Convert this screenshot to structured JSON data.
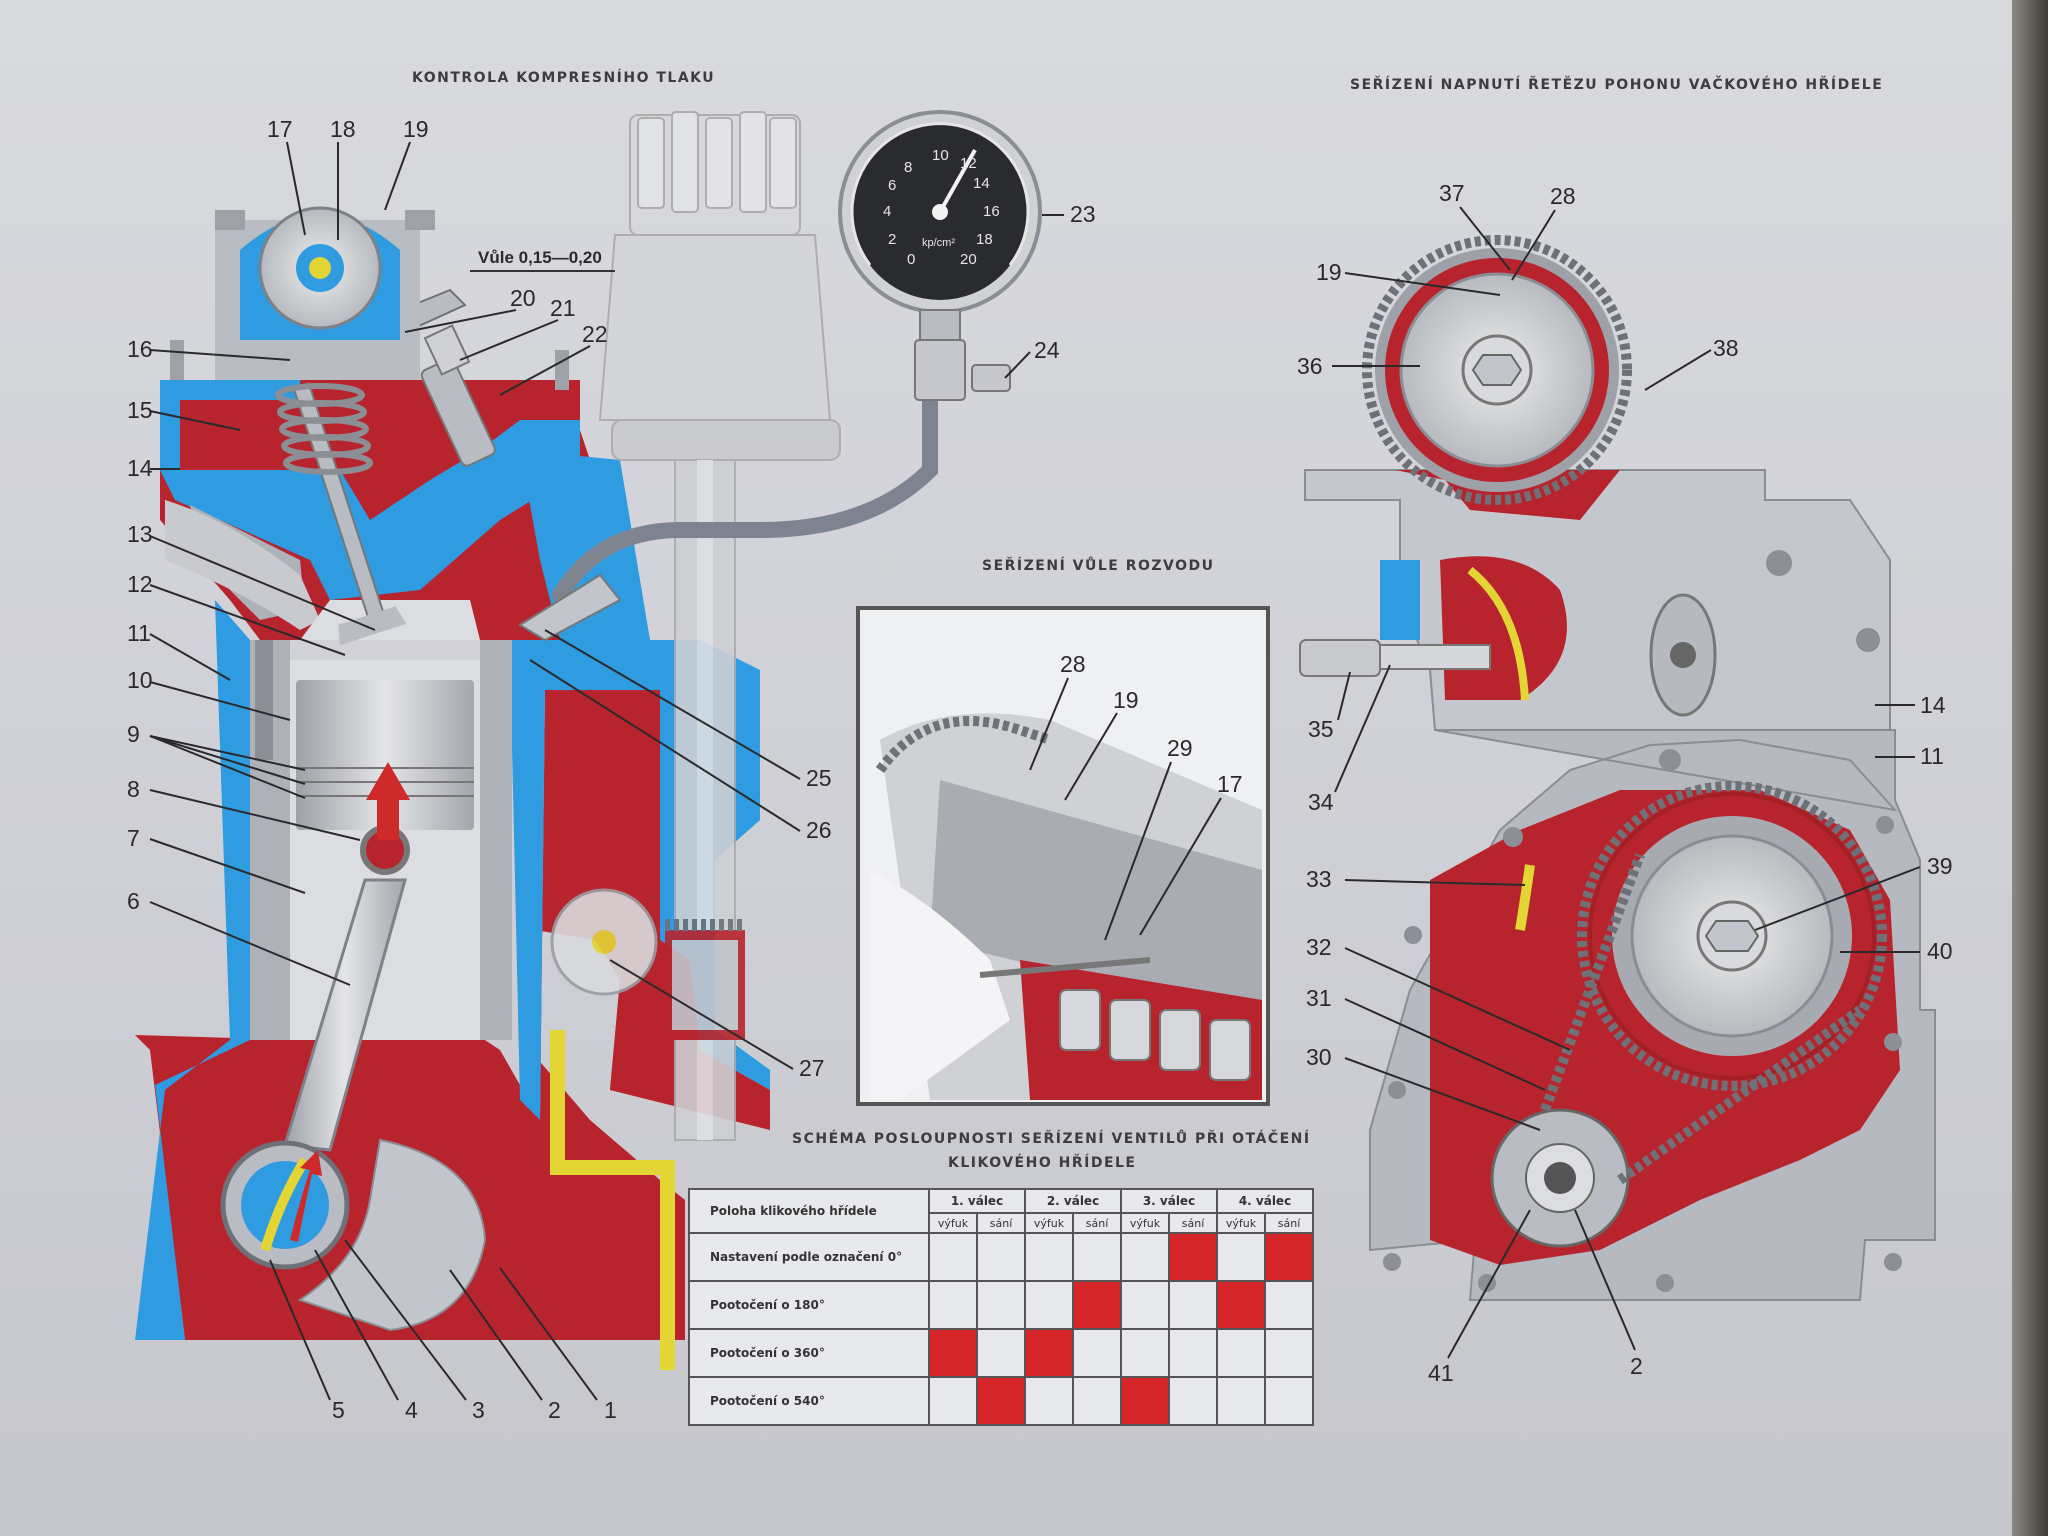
{
  "titles": {
    "compression": "KONTROLA KOMPRESNÍHO TLAKU",
    "chain": "SEŘÍZENÍ NAPNUTÍ ŘETĚZU POHONU VAČKOVÉHO HŘÍDELE",
    "valve_clearance": "SEŘÍZENÍ VŮLE ROZVODU",
    "schema_line1": "SCHÉMA POSLOUPNOSTI SEŘÍZENÍ VENTILŮ PŘI OTÁČENÍ",
    "schema_line2": "KLIKOVÉHO HŘÍDELE"
  },
  "clearance_label": "Vůle 0,15—0,20",
  "gauge": {
    "numbers": [
      "0",
      "2",
      "4",
      "6",
      "8",
      "10",
      "12",
      "14",
      "16",
      "18",
      "20"
    ],
    "unit": "kp/cm²"
  },
  "callouts": {
    "left": [
      "1",
      "2",
      "3",
      "4",
      "5",
      "6",
      "7",
      "8",
      "9",
      "10",
      "11",
      "12",
      "13",
      "14",
      "15",
      "16",
      "17",
      "18",
      "19",
      "20",
      "21",
      "22",
      "23",
      "24",
      "25",
      "26",
      "27"
    ],
    "inset": [
      "28",
      "19",
      "29",
      "17"
    ],
    "right": [
      "37",
      "28",
      "19",
      "36",
      "38",
      "35",
      "34",
      "14",
      "11",
      "33",
      "39",
      "40",
      "32",
      "31",
      "30",
      "41",
      "2"
    ]
  },
  "valve_table": {
    "header_label": "Poloha klikového hřídele",
    "cylinders": [
      "1. válec",
      "2. válec",
      "3. válec",
      "4. válec"
    ],
    "sub_columns": [
      "výfuk",
      "sání"
    ],
    "rows": [
      {
        "label": "Nastavení podle označení 0°",
        "marked": [
          5,
          7
        ]
      },
      {
        "label": "Pootočení o 180°",
        "marked": [
          3,
          6
        ]
      },
      {
        "label": "Pootočení o 360°",
        "marked": [
          0,
          2
        ]
      },
      {
        "label": "Pootočení o 540°",
        "marked": [
          1,
          4
        ]
      }
    ]
  },
  "colors": {
    "paper": "#d9dade",
    "cast_red": "#b8242e",
    "coolant_blue": "#2f9be0",
    "metal_grey": "#b9bcc2",
    "oil_yellow": "#e3d534",
    "table_mark": "#d7262a"
  }
}
